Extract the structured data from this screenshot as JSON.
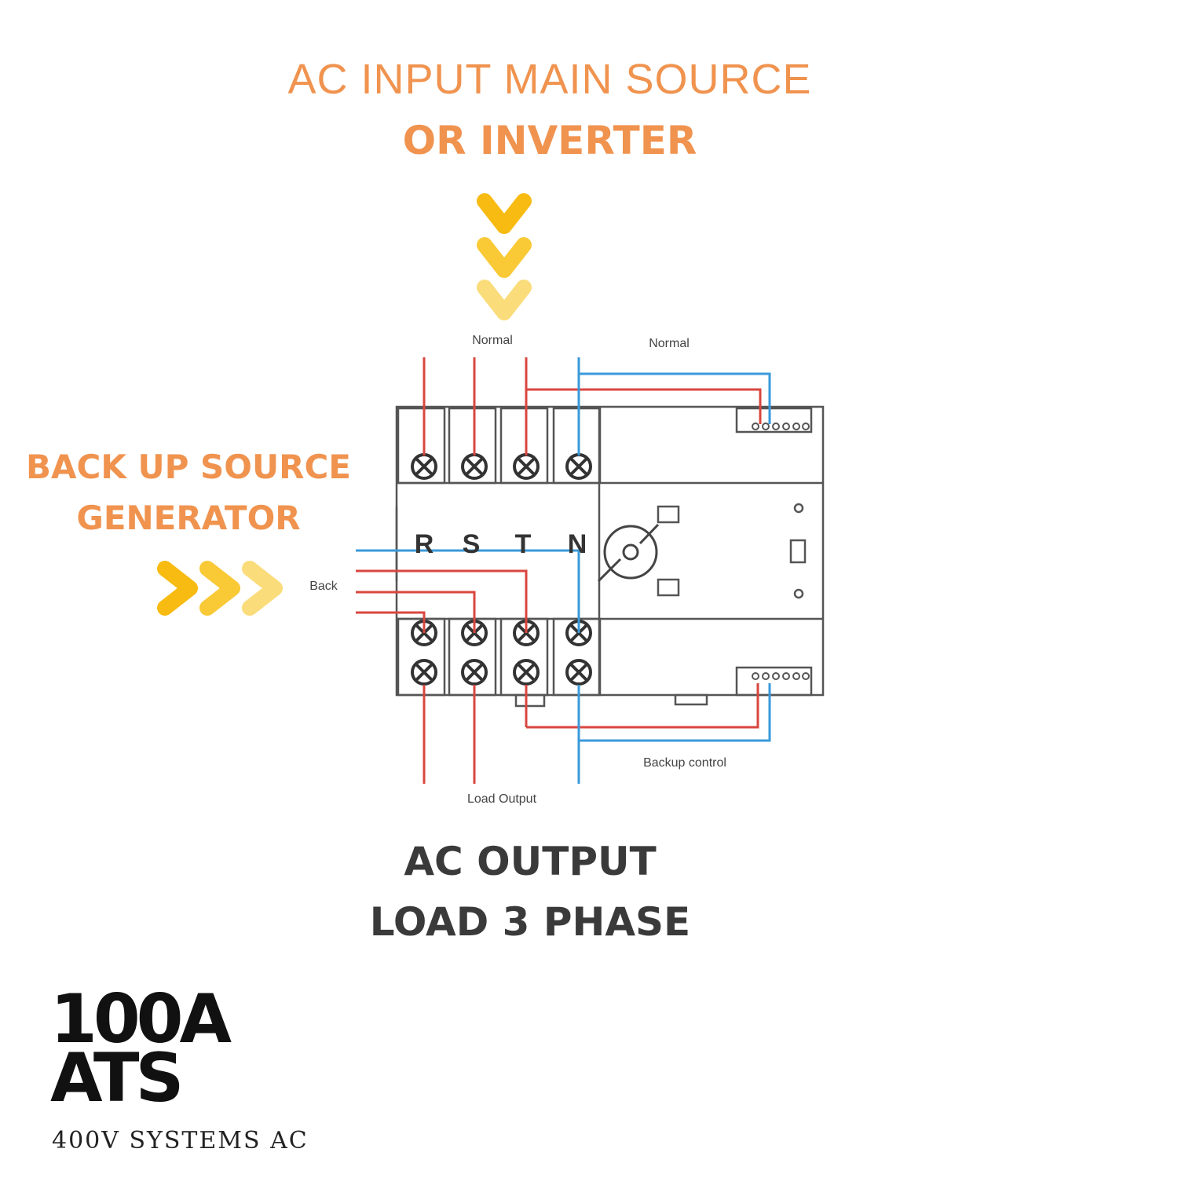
{
  "heading": {
    "line1": "AC INPUT MAIN SOURCE",
    "line2": "OR INVERTER"
  },
  "backup": {
    "line1": "BACK UP SOURCE",
    "line2": "GENERATOR"
  },
  "output": {
    "line1": "AC OUTPUT",
    "line2": "LOAD 3 PHASE"
  },
  "brand": {
    "rating": "100A",
    "product": "ATS",
    "subtitle": "400V SYSTEMS AC"
  },
  "diagram": {
    "label_normal_left": "Normal",
    "label_normal_right": "Normal",
    "label_back": "Back",
    "label_backup_control": "Backup control",
    "label_load_output": "Load Output",
    "phases": [
      "R",
      "S",
      "T",
      "N"
    ]
  },
  "colors": {
    "accent_orange": "#f0934f",
    "arrow_yellow": "#f7bb12",
    "wire_red": "#d9463f",
    "wire_blue": "#3a9ad9"
  },
  "icons": [
    "chevron-down-icon",
    "chevron-right-icon",
    "terminal-screw-icon",
    "rotary-switch-icon"
  ]
}
